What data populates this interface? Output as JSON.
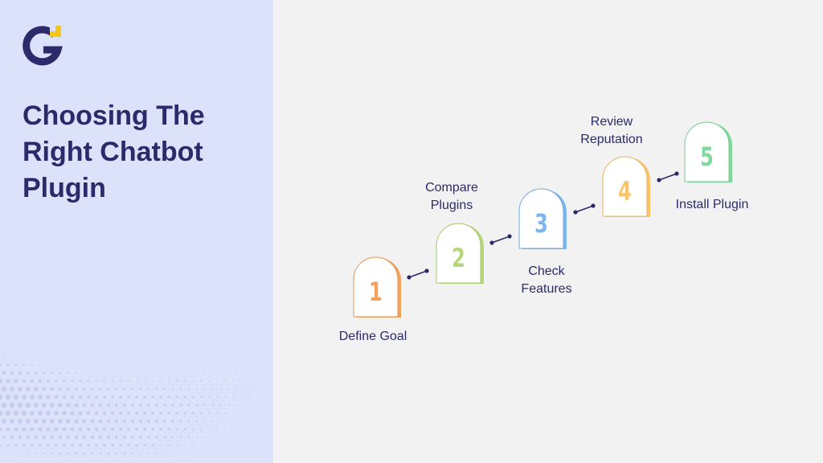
{
  "brand": {
    "logo_icon": "g-logo-icon",
    "primary_color": "#2b2a6b",
    "accent_color": "#f5c518"
  },
  "title_lines": [
    "Choosing The",
    "Right Chatbot",
    "Plugin"
  ],
  "steps": [
    {
      "number": "1",
      "label_lines": [
        "Define Goal"
      ],
      "color": "#f5a25d"
    },
    {
      "number": "2",
      "label_lines": [
        "Compare",
        "Plugins"
      ],
      "color": "#b6d67a"
    },
    {
      "number": "3",
      "label_lines": [
        "Check",
        "Features"
      ],
      "color": "#7bb6ef"
    },
    {
      "number": "4",
      "label_lines": [
        "Review",
        "Reputation"
      ],
      "color": "#f9c46b"
    },
    {
      "number": "5",
      "label_lines": [
        "Install Plugin"
      ],
      "color": "#7fd99b"
    }
  ]
}
